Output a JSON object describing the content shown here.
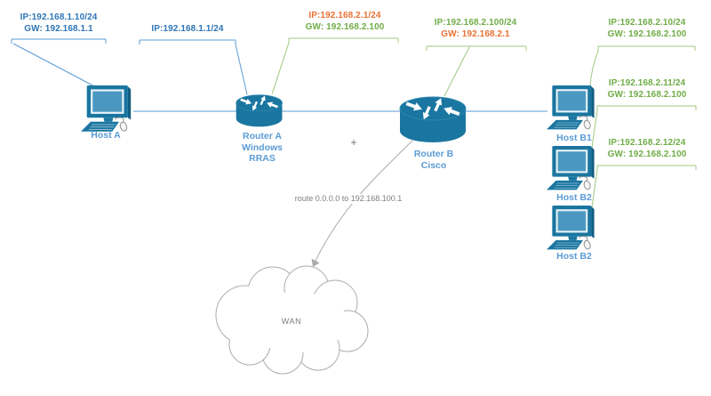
{
  "callouts": {
    "host_a": {
      "lines": [
        "IP:192.168.1.10/24",
        "GW: 192.168.1.1"
      ]
    },
    "router_a_lan": {
      "lines": [
        "IP:192.168.1.1/24"
      ]
    },
    "router_a_wan": {
      "lines": [
        "IP:192.168.2.1/24",
        "GW: 192.168.2.100"
      ]
    },
    "router_b": {
      "lines": [
        "IP:192.168.2.100/24",
        "GW: 192.168.2.1"
      ]
    },
    "host_b1": {
      "lines": [
        "IP:192.168.2.10/24",
        "GW: 192.168.2.100"
      ]
    },
    "host_b2": {
      "lines": [
        "IP:192.168.2.11/24",
        "GW: 192.168.2.100"
      ]
    },
    "host_b3": {
      "lines": [
        "IP:192.168.2.12/24",
        "GW: 192.168.2.100"
      ]
    }
  },
  "nodes": {
    "host_a": {
      "label": "Host A"
    },
    "router_a": {
      "label_lines": [
        "Router A",
        "Windows",
        "RRAS"
      ]
    },
    "router_b": {
      "label_lines": [
        "Router B",
        "Cisco"
      ]
    },
    "host_b1": {
      "label": "Host B1"
    },
    "host_b2": {
      "label": "Host B2"
    },
    "host_b3": {
      "label": "Host B2"
    }
  },
  "annotations": {
    "route": "route 0.0.0.0 to 192.168.100.1",
    "wan": "WAN",
    "plus": "+"
  },
  "colors": {
    "device_teal": "#1A76A0",
    "screen_blue": "#4A98C1",
    "blue_text": "#2E75B6",
    "light_blue_lines": "#5B9BD5",
    "green_text": "#70AD47",
    "green_lines": "#9CC97E",
    "orange_text": "#E97132",
    "gray_lines": "#ABABAB",
    "gray_text": "#7F7F7F"
  }
}
